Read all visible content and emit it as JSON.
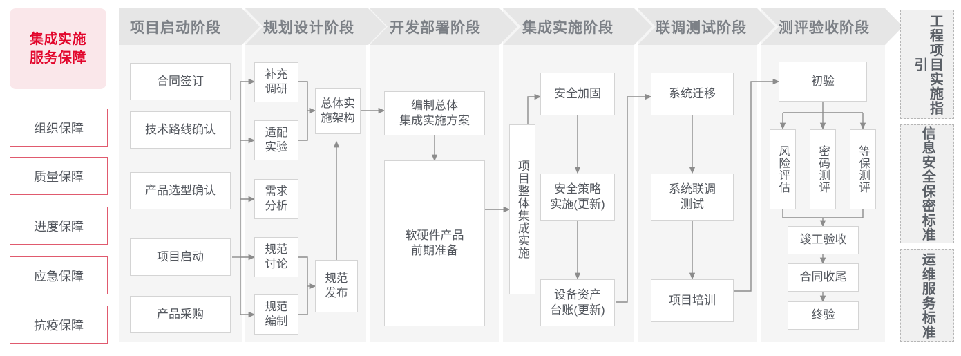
{
  "guarantee": {
    "title": "集成实施\n服务保障",
    "title_line1": "集成实施",
    "title_line2": "服务保障",
    "items": [
      {
        "label": "组织保障"
      },
      {
        "label": "质量保障"
      },
      {
        "label": "进度保障"
      },
      {
        "label": "应急保障"
      },
      {
        "label": "抗疫保障"
      }
    ]
  },
  "stages": [
    {
      "id": "start",
      "header": "项目启动阶段"
    },
    {
      "id": "planning",
      "header": "规划设计阶段"
    },
    {
      "id": "develop",
      "header": "开发部署阶段"
    },
    {
      "id": "integrate",
      "header": "集成实施阶段"
    },
    {
      "id": "jointtest",
      "header": "联调测试阶段"
    },
    {
      "id": "acceptance",
      "header": "测评验收阶段"
    }
  ],
  "nodes": {
    "start": [
      {
        "id": "n_contract",
        "label": "合同签订"
      },
      {
        "id": "n_techroute",
        "label": "技术路线确认"
      },
      {
        "id": "n_product",
        "label": "产品选型确认"
      },
      {
        "id": "n_kickoff",
        "label": "项目启动"
      },
      {
        "id": "n_purchase",
        "label": "产品采购"
      }
    ],
    "planning": [
      {
        "id": "n_survey",
        "label": "补充\n调研",
        "l1": "补充",
        "l2": "调研"
      },
      {
        "id": "n_adapt",
        "label": "适配\n实验",
        "l1": "适配",
        "l2": "实验"
      },
      {
        "id": "n_demand",
        "label": "需求\n分析",
        "l1": "需求",
        "l2": "分析"
      },
      {
        "id": "n_specdisc",
        "label": "规范\n讨论",
        "l1": "规范",
        "l2": "讨论"
      },
      {
        "id": "n_specmake",
        "label": "规范\n编制",
        "l1": "规范",
        "l2": "编制"
      },
      {
        "id": "n_arch",
        "label": "总体实\n施架构",
        "l1": "总体实",
        "l2": "施架构"
      },
      {
        "id": "n_specpub",
        "label": "规范\n发布",
        "l1": "规范",
        "l2": "发布"
      }
    ],
    "develop": [
      {
        "id": "n_plan",
        "label": "编制总体\n集成实施方案",
        "l1": "编制总体",
        "l2": "集成实施方案"
      },
      {
        "id": "n_prepare",
        "label": "软硬件产品\n前期准备",
        "l1": "软硬件产品",
        "l2": "前期准备"
      }
    ],
    "integrate": [
      {
        "id": "n_overall",
        "label": "项目整体集成实施"
      },
      {
        "id": "n_harden",
        "label": "安全加固"
      },
      {
        "id": "n_policy",
        "label": "安全策略\n实施(更新)",
        "l1": "安全策略",
        "l2": "实施(更新)"
      },
      {
        "id": "n_asset",
        "label": "设备资产\n台账(更新)",
        "l1": "设备资产",
        "l2": "台账(更新)"
      }
    ],
    "jointtest": [
      {
        "id": "n_migrate",
        "label": "系统迁移"
      },
      {
        "id": "n_jtest",
        "label": "系统联调\n测试",
        "l1": "系统联调",
        "l2": "测试"
      },
      {
        "id": "n_train",
        "label": "项目培训"
      }
    ],
    "acceptance": [
      {
        "id": "n_first",
        "label": "初验"
      },
      {
        "id": "n_risk",
        "label": "风险评估"
      },
      {
        "id": "n_crypto",
        "label": "密码测评"
      },
      {
        "id": "n_grade",
        "label": "等保测评"
      },
      {
        "id": "n_complete",
        "label": "竣工验收"
      },
      {
        "id": "n_closeout",
        "label": "合同收尾"
      },
      {
        "id": "n_final",
        "label": "终验"
      }
    ]
  },
  "standards": [
    {
      "id": "s_guide",
      "label": "工程项目实施指引"
    },
    {
      "id": "s_securit",
      "label": "信息安全保密标准"
    },
    {
      "id": "s_ops",
      "label": "运维服务标准"
    }
  ],
  "colors": {
    "accent_red": "#e2062c",
    "accent_pink_bg": "#fae7ea",
    "item_border": "#e05a6e",
    "stage_header_bg": "#e6e6e6",
    "stage_body_bg": "#f5f5f5",
    "node_border": "#d4d4d4",
    "wire": "#8c8c8c",
    "text": "#53575e",
    "header_text": "#7c8086"
  }
}
